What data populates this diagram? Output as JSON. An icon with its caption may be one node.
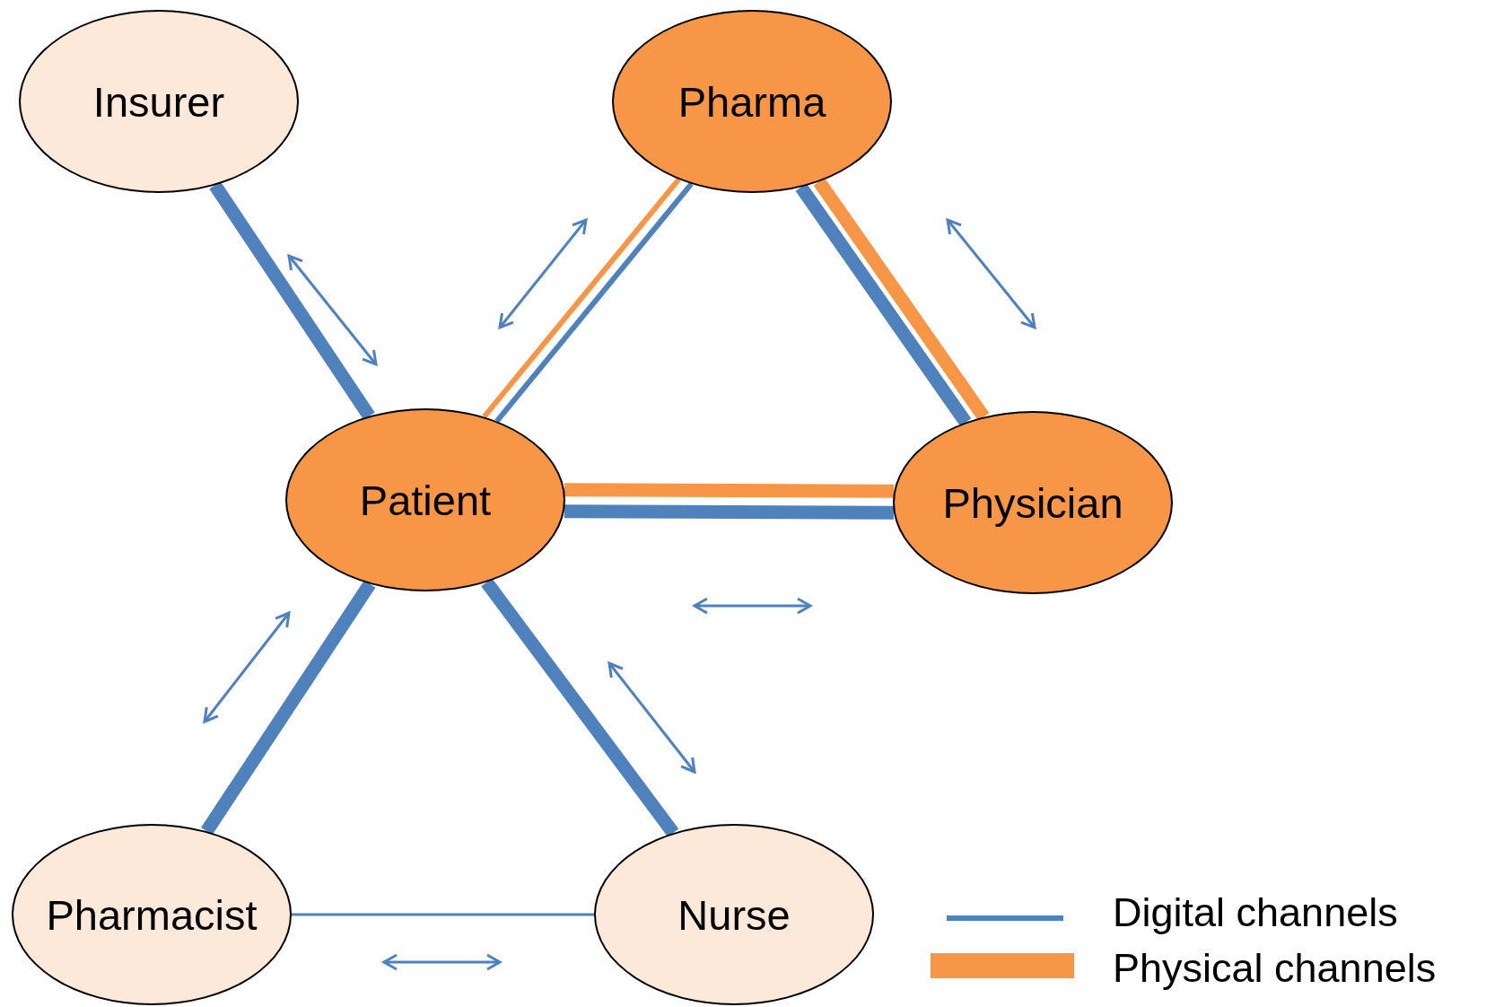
{
  "diagram": {
    "nodes": [
      {
        "text": [
          "Insurer"
        ]
      },
      {
        "text": [
          "Pharma"
        ]
      },
      {
        "text": [
          "Patient"
        ]
      },
      {
        "text": [
          "Physician"
        ]
      },
      {
        "text": [
          "Pharmacist"
        ]
      },
      {
        "text": [
          "Nurse"
        ]
      }
    ],
    "edges": [
      {
        "from": 0,
        "to": 2,
        "arrow": "none"
      },
      {
        "from": 1,
        "to": 2,
        "arrow": "none",
        "color": "#f79646"
      },
      {
        "from": 1,
        "to": 2,
        "arrow": "none"
      },
      {
        "from": 1,
        "to": 3,
        "arrow": "none"
      },
      {
        "from": 1,
        "to": 3,
        "arrow": "none",
        "color": "#f79646"
      },
      {
        "from": 2,
        "to": 3,
        "arrow": "none",
        "color": "#f79646"
      },
      {
        "from": 2,
        "to": 3,
        "arrow": "none"
      },
      {
        "from": 2,
        "to": 4,
        "arrow": "none"
      },
      {
        "from": 2,
        "to": 5,
        "arrow": "none"
      },
      {
        "from": 4,
        "to": 5,
        "arrow": "none"
      }
    ],
    "legend": [
      {
        "text": "Digital channels",
        "color": "#4f81bd"
      },
      {
        "text": "Physical channels",
        "color": "#f79646"
      }
    ]
  }
}
